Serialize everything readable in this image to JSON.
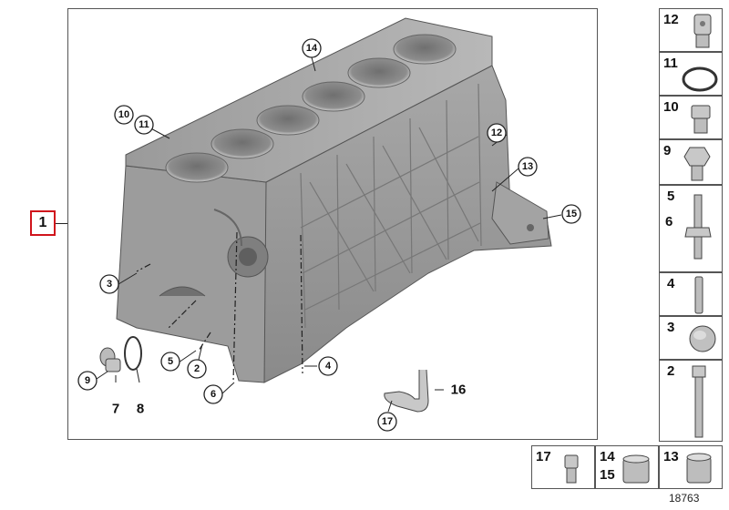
{
  "diagram": {
    "ref_label": "1",
    "doc_number": "18763",
    "callouts": {
      "c2": "2",
      "c3": "3",
      "c4": "4",
      "c5": "5",
      "c6": "6",
      "c9": "9",
      "c10": "10",
      "c11": "11",
      "c12": "12",
      "c13": "13",
      "c14": "14",
      "c15": "15",
      "c17": "17"
    },
    "plain_labels": {
      "p7": "7",
      "p8": "8",
      "p16": "16"
    }
  },
  "parts_sidebar": [
    {
      "labels": [
        "12"
      ],
      "icon": "oil-drain-screw-icon"
    },
    {
      "labels": [
        "11"
      ],
      "icon": "sealing-ring-icon"
    },
    {
      "labels": [
        "10"
      ],
      "icon": "screw-plug-icon"
    },
    {
      "labels": [
        "9"
      ],
      "icon": "hex-bolt-icon"
    },
    {
      "labels": [
        "5",
        "6"
      ],
      "icon": "stud-bolt-icon"
    },
    {
      "labels": [
        "4"
      ],
      "icon": "dowel-pin-icon"
    },
    {
      "labels": [
        "3"
      ],
      "icon": "expansion-plug-icon"
    },
    {
      "labels": [
        "2"
      ],
      "icon": "long-bolt-icon"
    },
    {
      "labels": [
        "13"
      ],
      "icon": "bushing-icon"
    }
  ],
  "parts_bottom": [
    {
      "labels": [
        "17"
      ],
      "icon": "socket-screw-icon"
    },
    {
      "labels": [
        "14",
        "15"
      ],
      "icon": "sleeve-icon"
    }
  ]
}
